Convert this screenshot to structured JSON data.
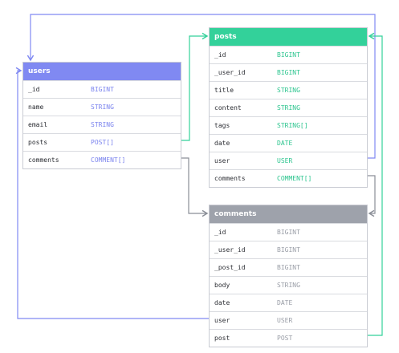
{
  "colors": {
    "users_accent": "#8089f2",
    "posts_accent": "#33d19a",
    "comments_accent": "#9ea2ab"
  },
  "users": {
    "title": "users",
    "rows": [
      {
        "field": "_id",
        "type": "BIGINT"
      },
      {
        "field": "name",
        "type": "STRING"
      },
      {
        "field": "email",
        "type": "STRING"
      },
      {
        "field": "posts",
        "type": "POST[]"
      },
      {
        "field": "comments",
        "type": "COMMENT[]"
      }
    ]
  },
  "posts": {
    "title": "posts",
    "rows": [
      {
        "field": "_id",
        "type": "BIGINT"
      },
      {
        "field": "_user_id",
        "type": "BIGINT"
      },
      {
        "field": "title",
        "type": "STRING"
      },
      {
        "field": "content",
        "type": "STRING"
      },
      {
        "field": "tags",
        "type": "STRING[]"
      },
      {
        "field": "date",
        "type": "DATE"
      },
      {
        "field": "user",
        "type": "USER"
      },
      {
        "field": "comments",
        "type": "COMMENT[]"
      }
    ]
  },
  "comments": {
    "title": "comments",
    "rows": [
      {
        "field": "_id",
        "type": "BIGINT"
      },
      {
        "field": "_user_id",
        "type": "BIGINT"
      },
      {
        "field": "_post_id",
        "type": "BIGINT"
      },
      {
        "field": "body",
        "type": "STRING"
      },
      {
        "field": "date",
        "type": "DATE"
      },
      {
        "field": "user",
        "type": "USER"
      },
      {
        "field": "post",
        "type": "POST"
      }
    ]
  }
}
